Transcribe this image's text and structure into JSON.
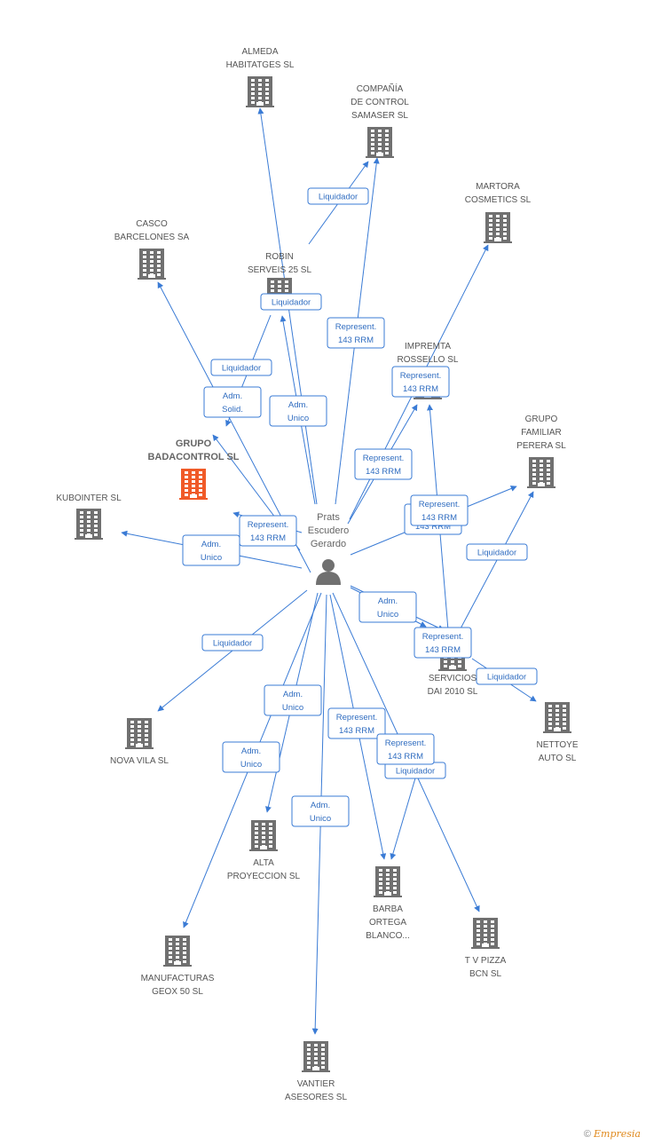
{
  "colors": {
    "edge": "#3a7bd5",
    "building": "#707070",
    "building_main": "#f05a28",
    "person": "#707070"
  },
  "center": {
    "id": "prats",
    "label": [
      "Prats",
      "Escudero",
      "Gerardo"
    ]
  },
  "nodes": [
    {
      "id": "almeda",
      "label": [
        "ALMEDA",
        "HABITATGES SL"
      ]
    },
    {
      "id": "samaser",
      "label": [
        "COMPAÑÍA",
        "DE CONTROL",
        "SAMASER SL"
      ]
    },
    {
      "id": "martora",
      "label": [
        "MARTORA",
        "COSMETICS SL"
      ]
    },
    {
      "id": "casco",
      "label": [
        "CASCO",
        "BARCELONES SA"
      ]
    },
    {
      "id": "robin",
      "label": [
        "ROBIN",
        "SERVEIS 25 SL"
      ]
    },
    {
      "id": "impremta",
      "label": [
        "IMPREMTA",
        "ROSSELLO SL"
      ]
    },
    {
      "id": "grupo",
      "label": [
        "GRUPO",
        "BADACONTROL SL"
      ],
      "main": true
    },
    {
      "id": "perera",
      "label": [
        "GRUPO",
        "FAMILIAR",
        "PERERA SL"
      ]
    },
    {
      "id": "kubointer",
      "label": [
        "KUBOINTER SL"
      ]
    },
    {
      "id": "dai",
      "label": [
        "SERVICIOS",
        "DAI 2010 SL"
      ]
    },
    {
      "id": "nettoye",
      "label": [
        "NETTOYE",
        "AUTO SL"
      ]
    },
    {
      "id": "novavila",
      "label": [
        "NOVA VILA SL"
      ]
    },
    {
      "id": "alta",
      "label": [
        "ALTA",
        "PROYECCION SL"
      ]
    },
    {
      "id": "barba",
      "label": [
        "BARBA",
        "ORTEGA",
        "BLANCO..."
      ]
    },
    {
      "id": "tvpizza",
      "label": [
        "T V PIZZA",
        "BCN SL"
      ]
    },
    {
      "id": "manufacturas",
      "label": [
        "MANUFACTURAS",
        "GEOX 50 SL"
      ]
    },
    {
      "id": "vantier",
      "label": [
        "VANTIER",
        "ASESORES SL"
      ]
    }
  ],
  "edges": [
    {
      "to": "almeda",
      "label": [
        "Represent.",
        "143 RRM"
      ]
    },
    {
      "to": "samaser",
      "label": [
        "Represent.",
        "143 RRM"
      ]
    },
    {
      "to": "samaser",
      "from": "robin",
      "label": [
        "Liquidador"
      ]
    },
    {
      "to": "martora",
      "label": [
        "Represent.",
        "143 RRM"
      ]
    },
    {
      "to": "casco",
      "label": [
        "Liquidador"
      ]
    },
    {
      "to": "robin",
      "label": [
        "Adm.",
        "Unico"
      ]
    },
    {
      "to": "grupo",
      "label": [
        "Adm.",
        "Solid."
      ]
    },
    {
      "to": "grupo",
      "label": [
        "Liquidador"
      ]
    },
    {
      "to": "impremta",
      "label": [
        "Represent.",
        "143 RRM"
      ]
    },
    {
      "to": "perera",
      "label": [
        "Represent.",
        "143 RRM"
      ]
    },
    {
      "to": "kubointer",
      "label": [
        "Adm.",
        "Unico"
      ]
    },
    {
      "to": "grupo",
      "label": [
        "Represent.",
        "143 RRM"
      ]
    },
    {
      "to": "dai",
      "label": [
        "Adm.",
        "Unico"
      ]
    },
    {
      "to": "perera",
      "from": "dai",
      "label": [
        "Liquidador"
      ]
    },
    {
      "to": "impremta",
      "from": "dai",
      "label": [
        "Represent.",
        "143 RRM"
      ]
    },
    {
      "to": "nettoye",
      "label": [
        "Liquidador"
      ]
    },
    {
      "to": "novavila",
      "label": [
        "Liquidador"
      ]
    },
    {
      "to": "alta",
      "label": [
        "Adm.",
        "Unico"
      ]
    },
    {
      "to": "barba",
      "label": [
        "Represent.",
        "143 RRM"
      ]
    },
    {
      "to": "barba",
      "label": [
        "Liquidador"
      ]
    },
    {
      "to": "tvpizza",
      "label": [
        "Represent.",
        "143 RRM"
      ]
    },
    {
      "to": "manufacturas",
      "label": [
        "Adm.",
        "Unico"
      ]
    },
    {
      "to": "vantier",
      "label": [
        "Adm.",
        "Unico"
      ]
    },
    {
      "to": "dai",
      "label": [
        "Represent.",
        "143 RRM"
      ]
    }
  ],
  "footer": {
    "copyright": "©",
    "brand": "Empresia"
  }
}
